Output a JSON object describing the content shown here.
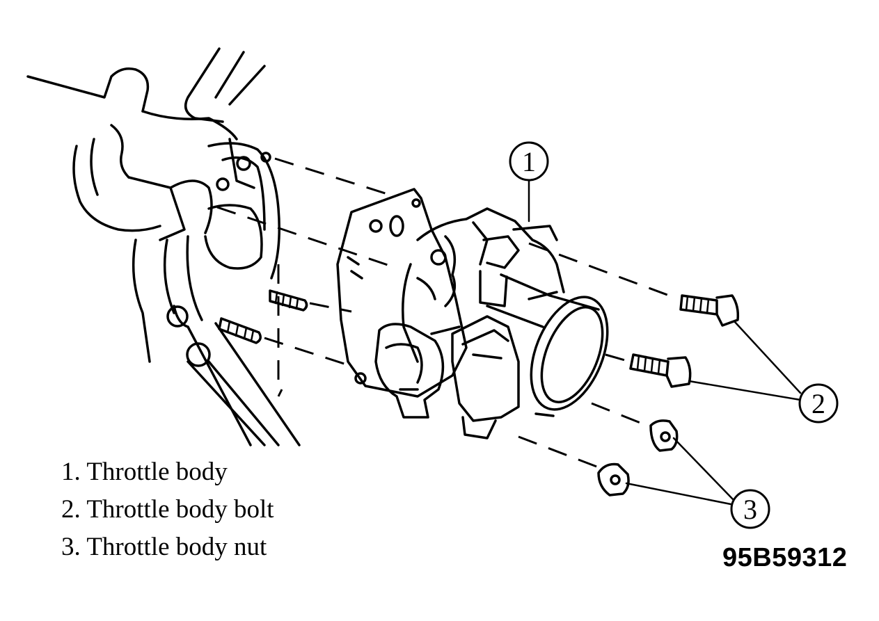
{
  "callouts": [
    {
      "num": "1",
      "label": "Throttle body"
    },
    {
      "num": "2",
      "label": "Throttle body bolt"
    },
    {
      "num": "3",
      "label": "Throttle body nut"
    }
  ],
  "legend": [
    "1. Throttle body",
    "2. Throttle body bolt",
    "3. Throttle body nut"
  ],
  "figure_id": "95B59312"
}
